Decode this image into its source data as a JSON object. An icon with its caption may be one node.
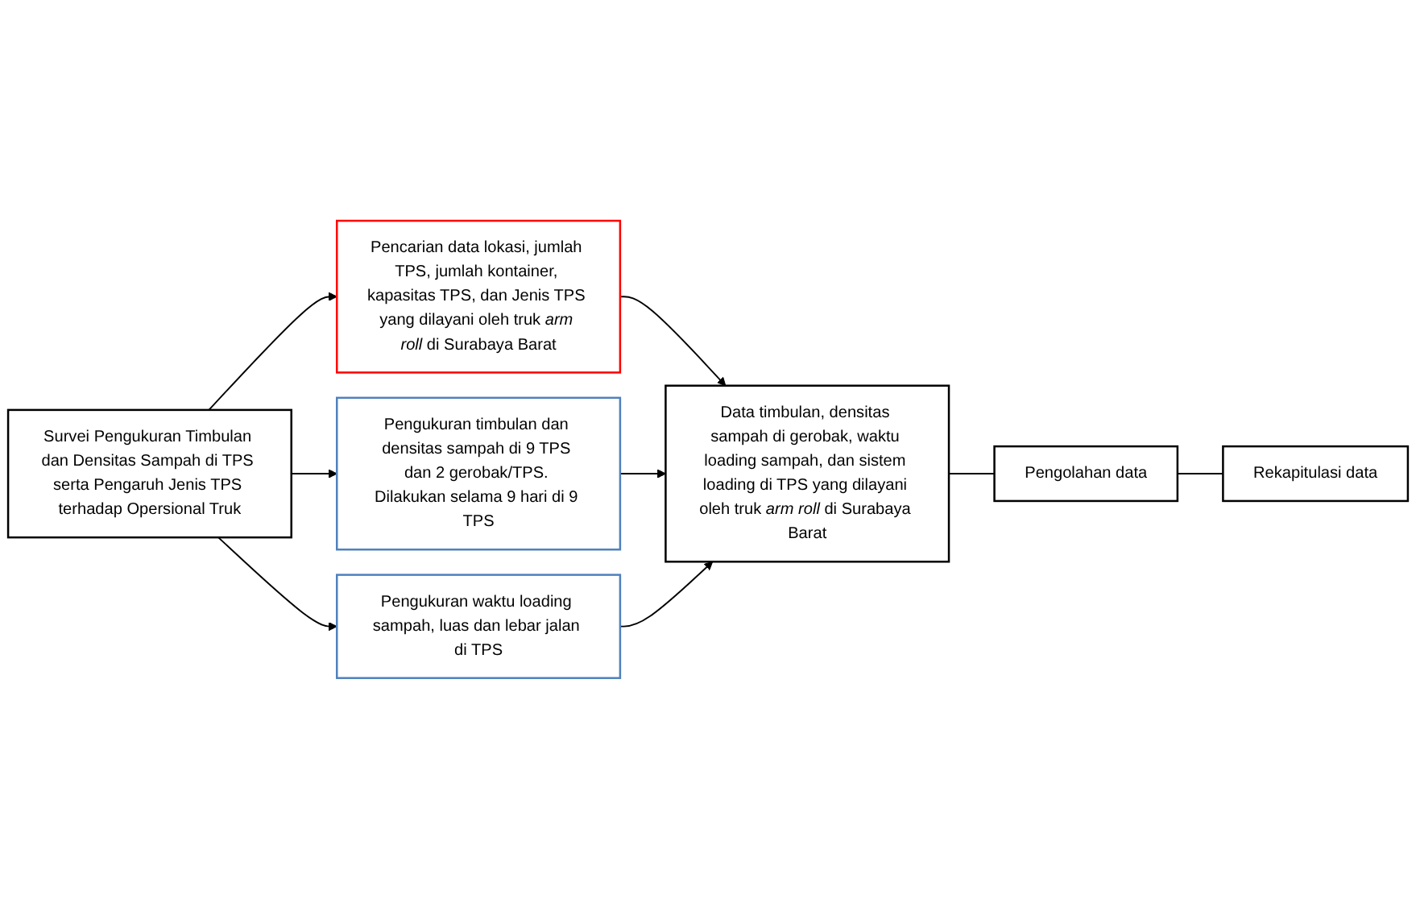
{
  "diagram": {
    "nodes": [
      {
        "text": [
          "Survei Pengukuran Timbulan dan Densitas Sampah di TPS serta Pengaruh Jenis TPS terhadap Opersional Truk"
        ]
      },
      {
        "text": [
          "Pencarian data lokasi, jumlah TPS, jumlah kontainer, kapasitas TPS, dan Jenis TPS yang dilayani oleh truk *arm roll* di Surabaya Barat"
        ]
      },
      {
        "text": [
          "Pengukuran timbulan dan densitas sampah di 9 TPS dan 2 gerobak/TPS. Dilakukan selama 9 hari di 9 TPS"
        ]
      },
      {
        "text": [
          "Pengukuran waktu loading sampah, luas dan lebar jalan di TPS"
        ]
      },
      {
        "text": [
          "Data timbulan, densitas sampah di gerobak, waktu loading sampah, dan sistem loading di TPS yang dilayani oleh truk *arm roll* di Surabaya Barat"
        ]
      },
      {
        "text": [
          "Pengolahan data"
        ]
      },
      {
        "text": [
          "Rekapitulasi data"
        ]
      }
    ],
    "edges": [
      {
        "from": 0,
        "to": 1,
        "arrow": "to"
      },
      {
        "from": 0,
        "to": 2,
        "arrow": "to"
      },
      {
        "from": 0,
        "to": 3,
        "arrow": "to"
      },
      {
        "from": 1,
        "to": 4,
        "arrow": "to"
      },
      {
        "from": 2,
        "to": 4,
        "arrow": "to"
      },
      {
        "from": 3,
        "to": 4,
        "arrow": "to"
      },
      {
        "from": 4,
        "to": 5,
        "arrow": "none"
      },
      {
        "from": 5,
        "to": 6,
        "arrow": "none"
      }
    ]
  }
}
